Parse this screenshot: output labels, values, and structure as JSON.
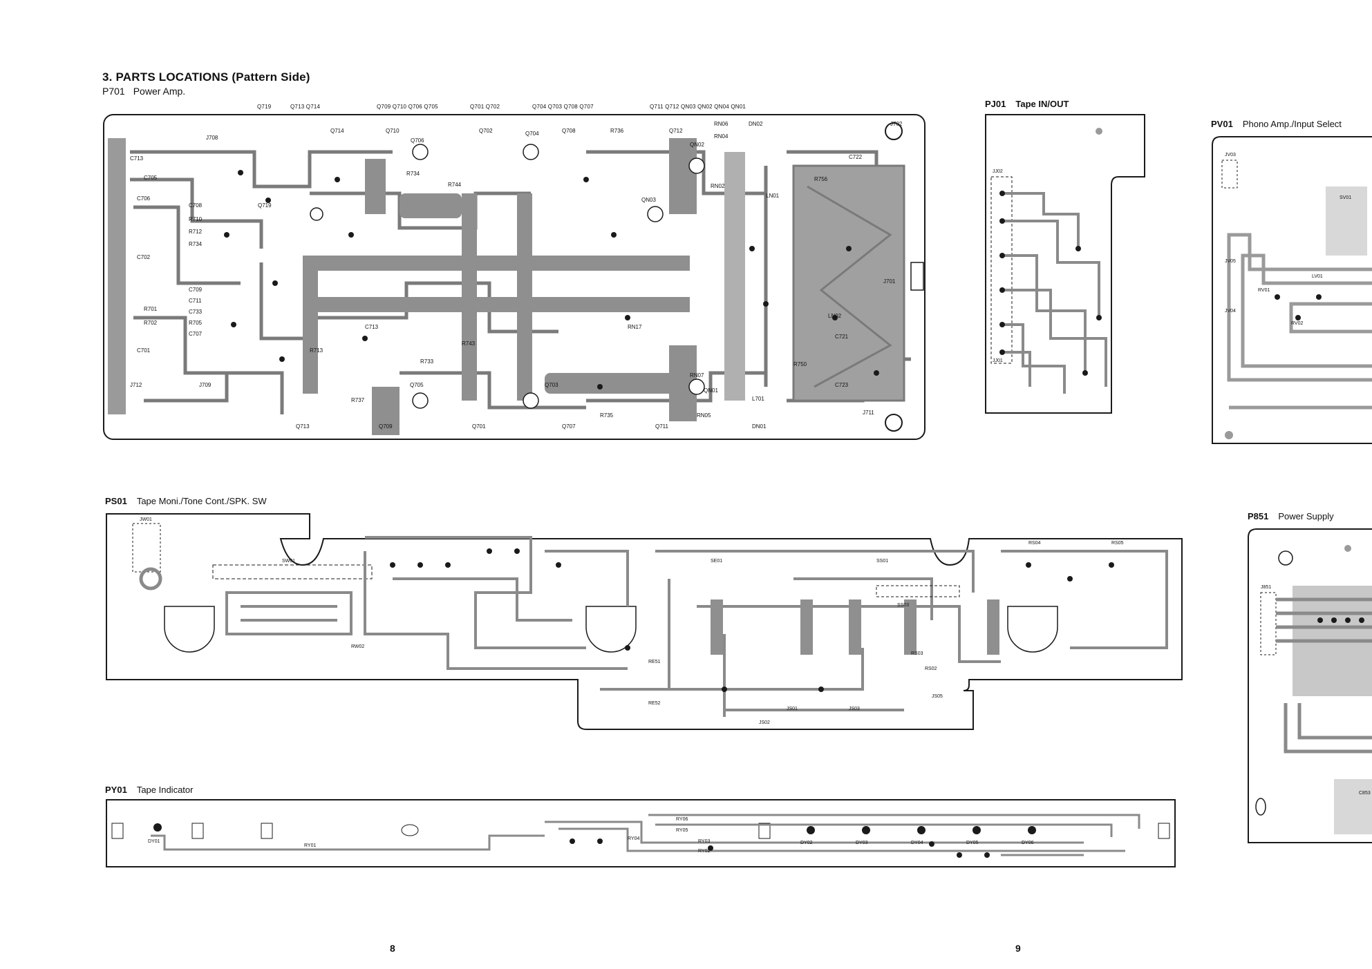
{
  "header": {
    "section_title": "3. PARTS LOCATIONS (Pattern Side)"
  },
  "boards": {
    "p701": {
      "code": "P701",
      "name": "Power Amp.",
      "q_top": [
        "Q719",
        "Q713 Q714",
        "Q709 Q710 Q706 Q705",
        "Q701 Q702",
        "Q704 Q703 Q708 Q707",
        "Q711 Q712 QN03 QN02 QN04 QN01"
      ],
      "labels": [
        "J708",
        "C713",
        "C705",
        "C706",
        "C708",
        "R710",
        "R712",
        "R734",
        "C702",
        "C701",
        "R701",
        "R702",
        "C709",
        "C711",
        "C733",
        "R705",
        "C707",
        "J709",
        "J712",
        "Q719",
        "Q714",
        "Q710",
        "Q706",
        "R734",
        "R744",
        "Q702",
        "Q704",
        "Q708",
        "R736",
        "Q712",
        "QN02",
        "QN03",
        "RN02",
        "RN06",
        "RN04",
        "DN02",
        "DN01",
        "J702",
        "C722",
        "R756",
        "LN01",
        "LN02",
        "J701",
        "J711",
        "R750",
        "C723",
        "QN01",
        "RN05",
        "RN07",
        "RN17",
        "R713",
        "R743",
        "R733",
        "C713",
        "R737",
        "Q705",
        "Q703",
        "Q713",
        "Q709",
        "Q701",
        "Q707",
        "R735",
        "Q711",
        "L701",
        "C721"
      ]
    },
    "pj01": {
      "code": "PJ01",
      "name": "Tape IN/OUT",
      "labels": [
        "JJ02",
        "JJ01"
      ]
    },
    "pv01": {
      "code": "PV01",
      "name": "Phono Amp./Input Select",
      "labels": [
        "JV03",
        "SV01",
        "JV05",
        "RV01",
        "LV01",
        "JV04",
        "RV02"
      ]
    },
    "ps01": {
      "code": "PS01",
      "name": "Tape Moni./Tone Cont./SPK. SW",
      "labels": [
        "JW01",
        "SW01",
        "RW02",
        "SE01",
        "SS01",
        "SS03",
        "RS03",
        "RS02",
        "RE51",
        "RE52",
        "JS01",
        "JS03",
        "JS02",
        "JS05",
        "RS04",
        "RS05"
      ]
    },
    "p851": {
      "code": "P851",
      "name": "Power Supply",
      "labels": [
        "J851",
        "C853"
      ]
    },
    "py01": {
      "code": "PY01",
      "name": "Tape Indicator",
      "labels": [
        "DY01",
        "RY01",
        "RY06",
        "RY05",
        "RY04",
        "RY03",
        "RY02",
        "DY02",
        "DY03",
        "DY04",
        "DY05",
        "DY06"
      ]
    }
  },
  "pages": {
    "left": "8",
    "right": "9"
  },
  "colors": {
    "ink": "#1a1a1a",
    "copper": "#9a9a9a",
    "copper_light": "#c8c8c8",
    "board": "#ffffff"
  }
}
